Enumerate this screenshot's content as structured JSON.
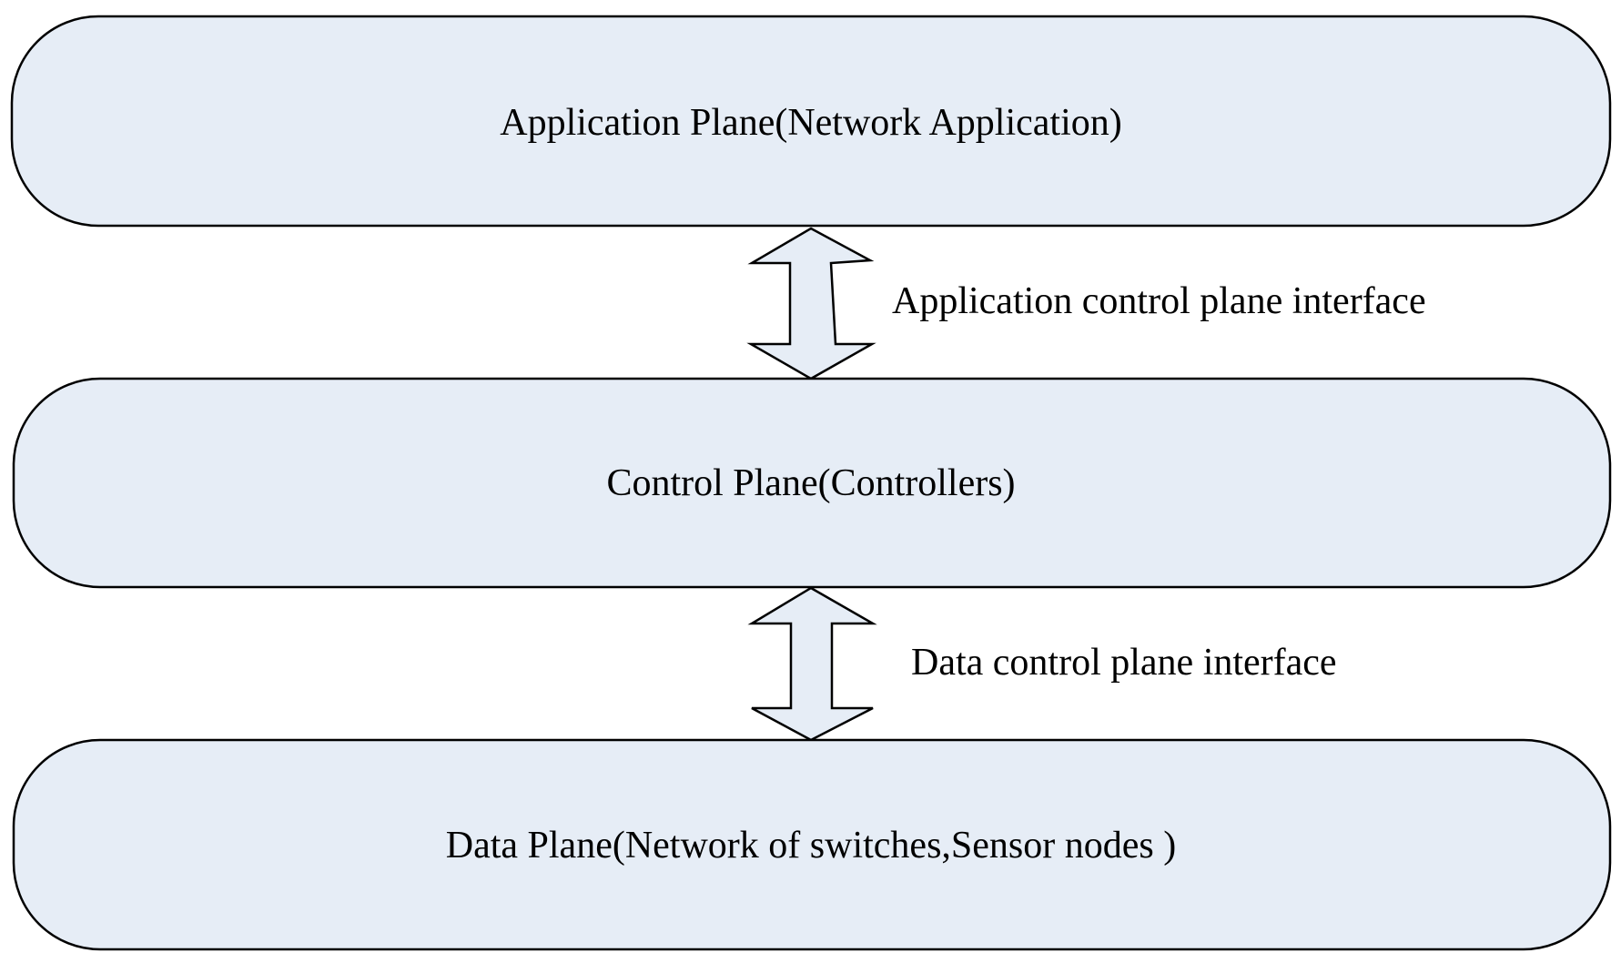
{
  "colors": {
    "box_fill": "#e6edf6",
    "arrow_fill": "#e6edf6",
    "stroke": "#000000",
    "background": "#ffffff"
  },
  "planes": {
    "application": {
      "label": "Application Plane(Network Application)"
    },
    "control": {
      "label": "Control Plane(Controllers)"
    },
    "data": {
      "label": "Data Plane(Network of switches,Sensor nodes )"
    }
  },
  "interfaces": {
    "application_control": {
      "label": "Application control plane interface",
      "icon": "double-arrow-vertical"
    },
    "data_control": {
      "label": "Data control plane interface",
      "icon": "double-arrow-vertical"
    }
  }
}
